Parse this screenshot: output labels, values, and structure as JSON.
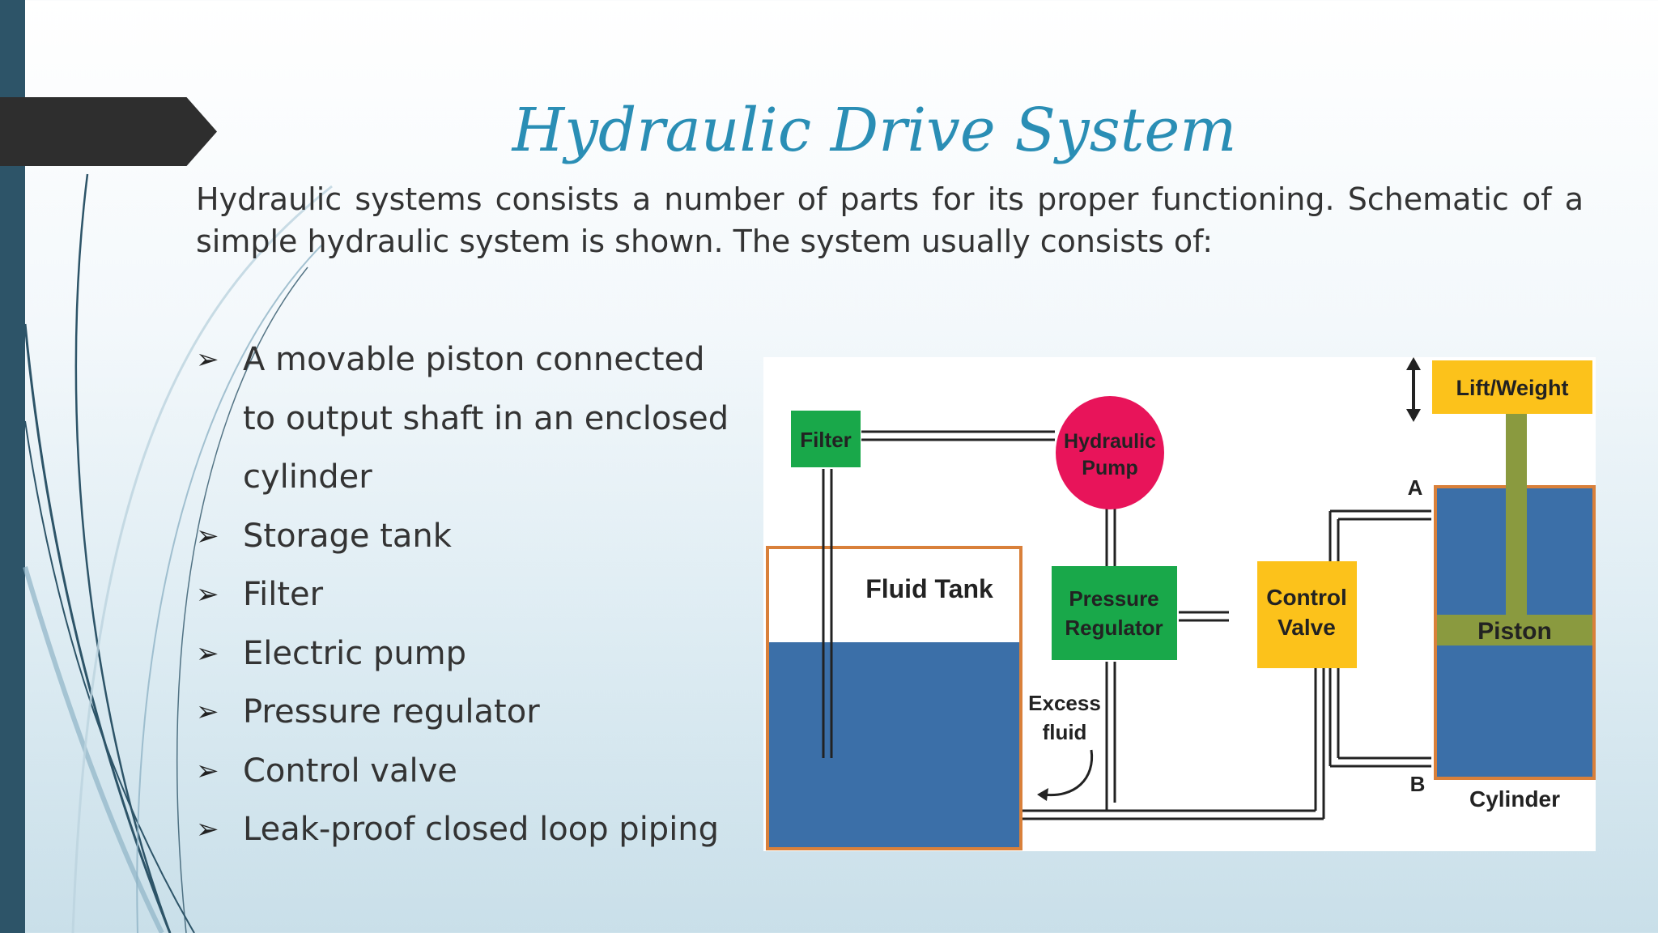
{
  "slide": {
    "title": "Hydraulic Drive System",
    "intro": "Hydraulic systems consists a number of parts for its proper functioning. Schematic of a simple hydraulic system is shown. The system usually consists of:",
    "bullets": [
      {
        "text": "A movable piston connected to output shaft in an enclosed cylinder"
      },
      {
        "text": "Storage tank"
      },
      {
        "text": "Filter"
      },
      {
        "text": "Electric pump"
      },
      {
        "text": "Pressure regulator"
      },
      {
        "text": "Control valve"
      },
      {
        "text": "Leak-proof closed loop piping"
      }
    ],
    "bullet_marker": "➢"
  },
  "diagram": {
    "filter": "Filter",
    "pump_line1": "Hydraulic",
    "pump_line2": "Pump",
    "fluid_tank": "Fluid Tank",
    "regulator_line1": "Pressure",
    "regulator_line2": "Regulator",
    "valve_line1": "Control",
    "valve_line2": "Valve",
    "lift_weight": "Lift/Weight",
    "piston": "Piston",
    "cylinder": "Cylinder",
    "port_a": "A",
    "port_b": "B",
    "excess_line1": "Excess",
    "excess_line2": "fluid"
  },
  "colors": {
    "title": "#2a8eb5",
    "left_bar": "#2d5468",
    "tag": "#2e2e2e",
    "filter": "#19a84a",
    "pump": "#e8145a",
    "regulator": "#19a84a",
    "valve": "#fcc21b",
    "fluid": "#3b6fa8",
    "tank_border": "#d9803a",
    "rod": "#8a9a3f"
  }
}
